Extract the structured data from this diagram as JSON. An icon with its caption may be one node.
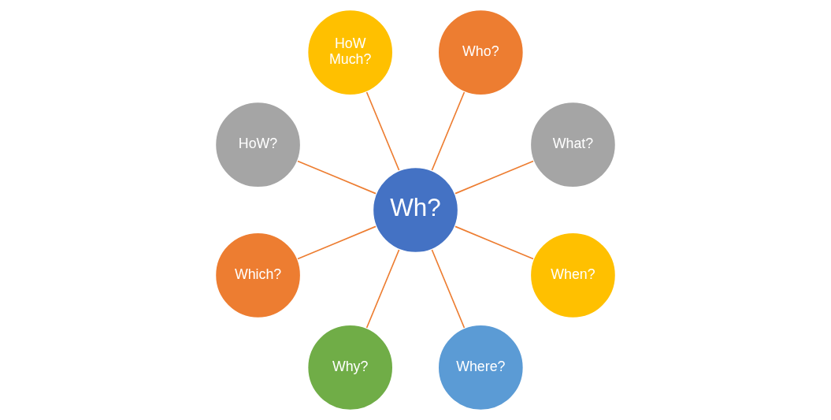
{
  "diagram": {
    "nodes": [
      {
        "text": [
          "Who?"
        ]
      },
      {
        "text": [
          "HoW Much?"
        ]
      },
      {
        "text": [
          "What?"
        ]
      },
      {
        "text": [
          "HoW?"
        ]
      },
      {
        "text": [
          "Wh?"
        ]
      },
      {
        "text": [
          "When?"
        ]
      },
      {
        "text": [
          "Which?"
        ]
      },
      {
        "text": [
          "Where?"
        ]
      },
      {
        "text": [
          "Why?"
        ]
      }
    ],
    "edges": [
      {
        "from": 4,
        "to": 2,
        "arrow": "none"
      },
      {
        "from": 4,
        "to": 0,
        "arrow": "none"
      },
      {
        "from": 4,
        "to": 1,
        "arrow": "none"
      },
      {
        "from": 4,
        "to": 3,
        "arrow": "none"
      },
      {
        "from": 4,
        "to": 6,
        "arrow": "none"
      },
      {
        "from": 4,
        "to": 8,
        "arrow": "none"
      },
      {
        "from": 4,
        "to": 7,
        "arrow": "none"
      },
      {
        "from": 4,
        "to": 5,
        "arrow": "none"
      }
    ]
  }
}
